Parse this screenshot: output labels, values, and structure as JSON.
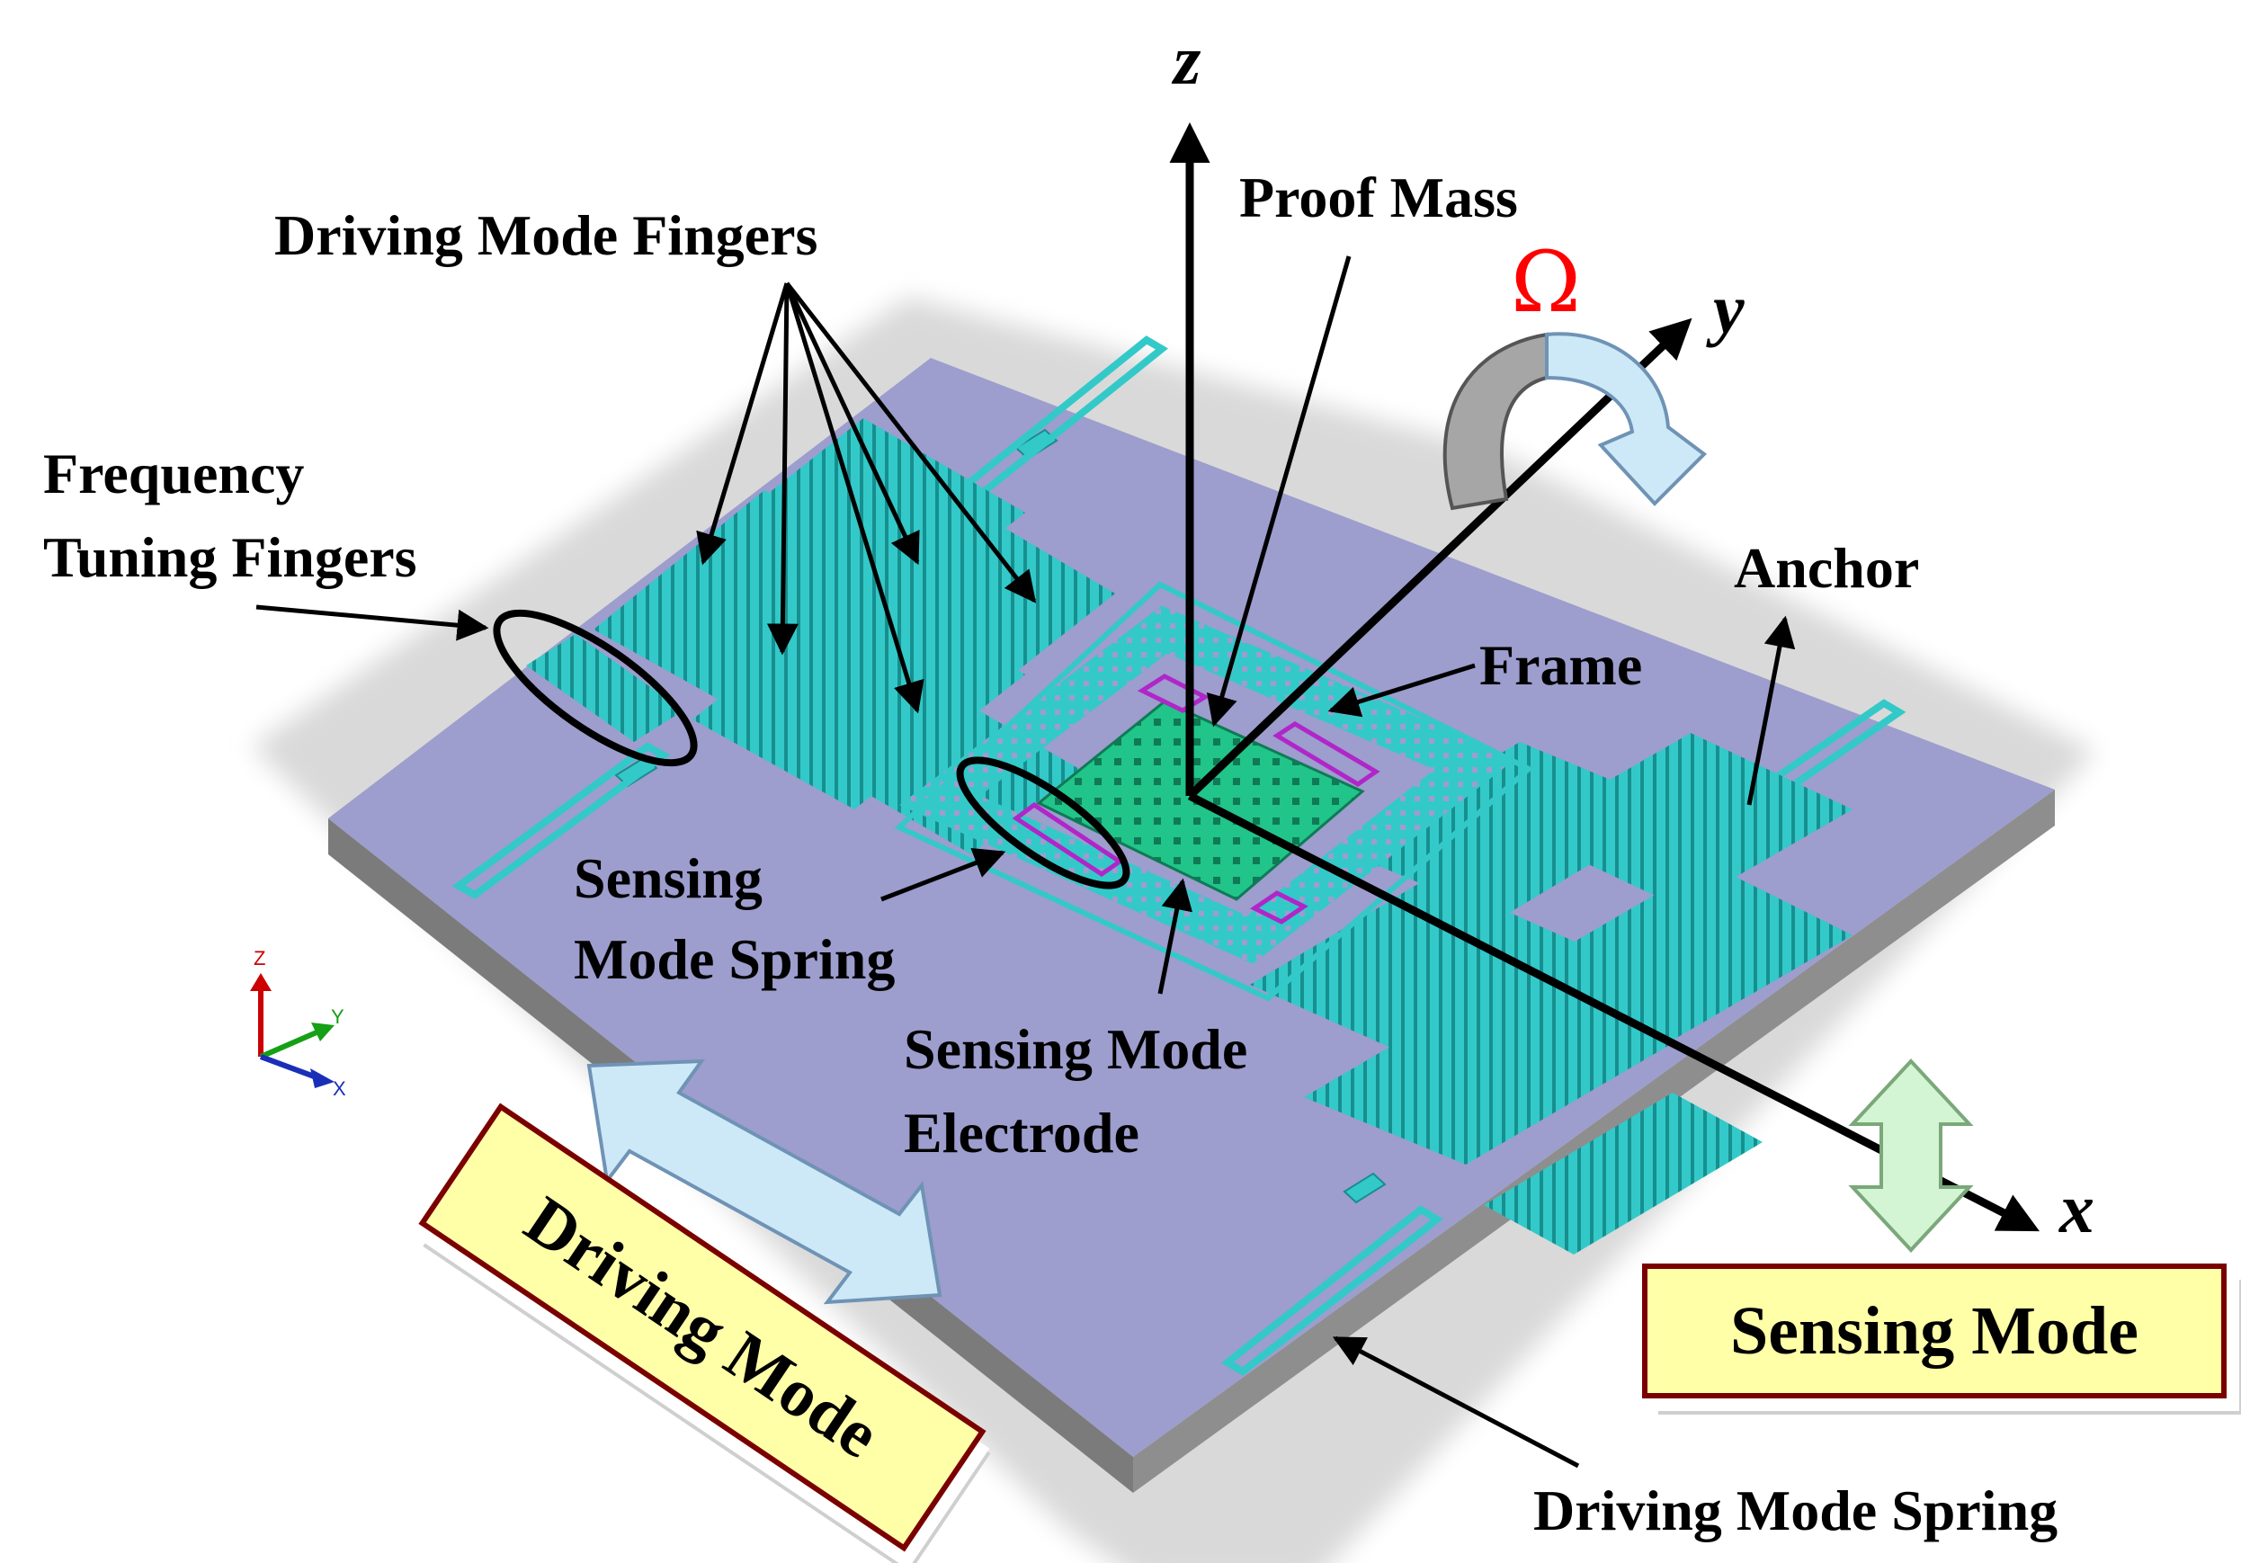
{
  "labels": {
    "driving_mode_fingers": "Driving Mode Fingers",
    "frequency_tuning_l1": "Frequency",
    "frequency_tuning_l2": "Tuning Fingers",
    "proof_mass": "Proof Mass",
    "anchor": "Anchor",
    "frame": "Frame",
    "sensing_spring_l1": "Sensing",
    "sensing_spring_l2": "Mode Spring",
    "sensing_electrode_l1": "Sensing Mode",
    "sensing_electrode_l2": "Electrode",
    "driving_mode_spring": "Driving Mode Spring"
  },
  "axes": {
    "z": "z",
    "y": "y",
    "x": "x"
  },
  "rotation_symbol": "Ω",
  "mode_boxes": {
    "driving": "Driving Mode",
    "sensing": "Sensing Mode"
  },
  "triad": {
    "z": "Z",
    "y": "Y",
    "x": "X"
  },
  "colors": {
    "substrate_top": "#9d9dce",
    "substrate_side": "#7b7b7b",
    "structure": "#33c9c9",
    "structure_dark": "#1a8c8c",
    "proof_mass": "#21c489",
    "electrode": "#b026c8",
    "omega": "#ff0000",
    "box_fill": "#ffffa8",
    "box_border": "#7a0000",
    "drive_arrow": "#cde9f8",
    "sense_arrow": "#d3f5d3"
  }
}
